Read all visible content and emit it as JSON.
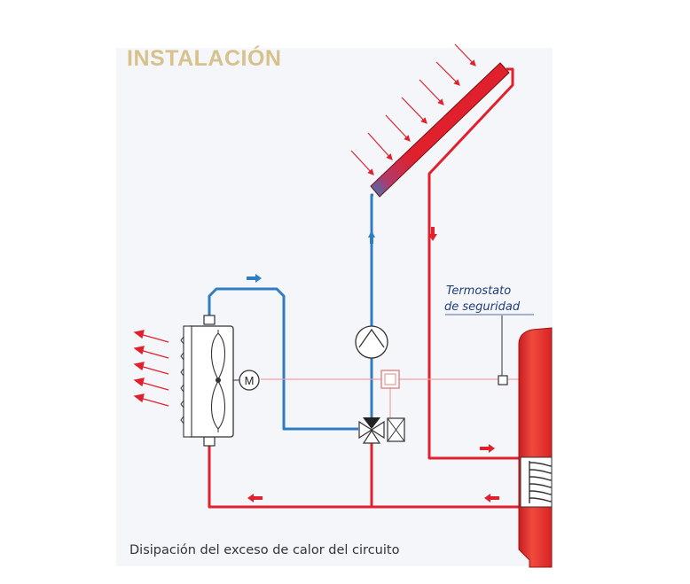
{
  "title": "INSTALACIÓN",
  "caption": "Disipación del exceso de calor del circuito",
  "labels": {
    "thermostat_line1": "Termostato",
    "thermostat_line2": "de seguridad",
    "motor": "M"
  },
  "colors": {
    "title": "#d8c28c",
    "hot_pipe": "#e1202e",
    "cold_pipe": "#2e7cc4",
    "signal_line": "#f0a0a0",
    "tank": "#e12a2a",
    "label": "#1f3d7a"
  },
  "icons": [
    "fan-coil-icon",
    "motor-icon",
    "pump-icon",
    "three-way-valve-icon",
    "thermostat-icon",
    "solar-collector-icon",
    "storage-tank-icon",
    "sun-ray-icon",
    "heat-dissipation-arrow-icon"
  ]
}
